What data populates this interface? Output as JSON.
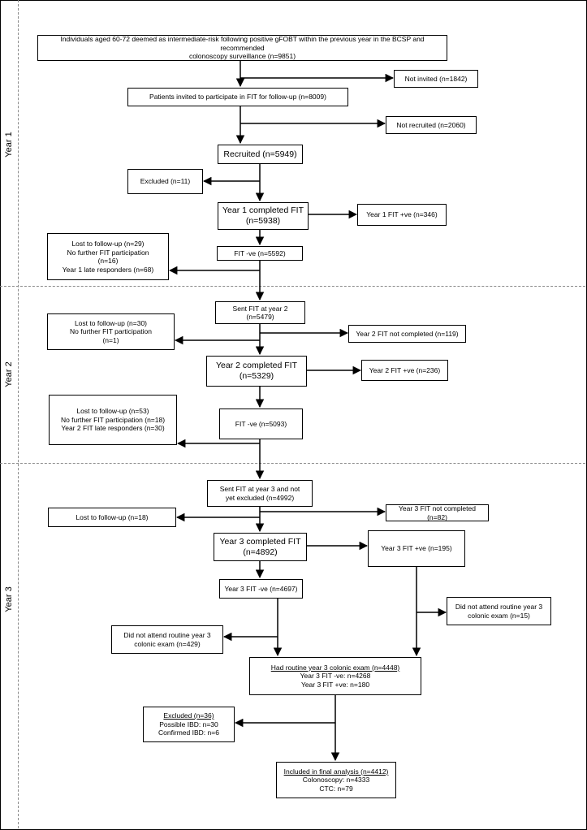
{
  "year_labels": {
    "y1": "Year 1",
    "y2": "Year 2",
    "y3": "Year 3"
  },
  "nodes": {
    "eligible": {
      "line1": "Individuals aged 60-72 deemed as intermediate-risk following positive gFOBT within the previous year in the BCSP and recommended",
      "line2": "colonoscopy surveillance (n=9851)"
    },
    "not_invited": "Not invited (n=1842)",
    "invited": "Patients invited to participate in FIT for follow-up (n=8009)",
    "not_recruited": "Not recruited (n=2060)",
    "recruited": "Recruited (n=5949)",
    "excluded_1": "Excluded (n=11)",
    "y1_completed": {
      "line1": "Year 1 completed FIT",
      "line2": "(n=5938)"
    },
    "y1_pos": "Year 1 FIT +ve (n=346)",
    "y1_neg": "FIT -ve (n=5592)",
    "y1_lost": {
      "line1": "Lost to follow-up (n=29)",
      "line2": "No further FIT participation",
      "line3": "(n=16)",
      "line4": "Year 1 late responders (n=68)"
    },
    "sent_y2": {
      "line1": "Sent FIT at year 2",
      "line2": "(n=5479)"
    },
    "y2_lost": {
      "line1": "Lost to follow-up (n=30)",
      "line2": "No further FIT participation",
      "line3": "(n=1)"
    },
    "y2_not_completed": "Year 2 FIT not completed  (n=119)",
    "y2_completed": {
      "line1": "Year 2 completed FIT",
      "line2": "(n=5329)"
    },
    "y2_pos": "Year 2 FIT +ve (n=236)",
    "y2_lost2": {
      "line1": "Lost to follow-up (n=53)",
      "line2": "No further FIT participation (n=18)",
      "line3": "Year 2 FIT late responders (n=30)"
    },
    "y2_neg": "FIT -ve (n=5093)",
    "sent_y3": {
      "line1": "Sent FIT at year 3 and not",
      "line2": "yet excluded   (n=4992)"
    },
    "y3_lost": "Lost to follow-up (n=18)",
    "y3_not_completed": "Year 3 FIT not completed  (n=82)",
    "y3_completed": {
      "line1": "Year 3 completed FIT",
      "line2": "(n=4892)"
    },
    "y3_pos": "Year 3 FIT +ve (n=195)",
    "y3_neg": "Year 3 FIT -ve (n=4697)",
    "dna_pos": {
      "line1": "Did not attend routine year 3",
      "line2": "colonic exam (n=15)"
    },
    "dna_neg": {
      "line1": "Did not attend routine year 3",
      "line2": "colonic exam (n=429)"
    },
    "had_exam": {
      "line1": "Had routine year 3 colonic exam (n=4448)",
      "line2": "Year 3 FIT -ve: n=4268",
      "line3": "Year 3 FIT +ve: n=180"
    },
    "excluded_2": {
      "line1": "Excluded (n=36)",
      "line2": "Possible IBD: n=30",
      "line3": "Confirmed IBD: n=6"
    },
    "final": {
      "line1": "Included in final analysis (n=4412)",
      "line2": "Colonoscopy: n=4333",
      "line3": "CTC: n=79"
    }
  }
}
